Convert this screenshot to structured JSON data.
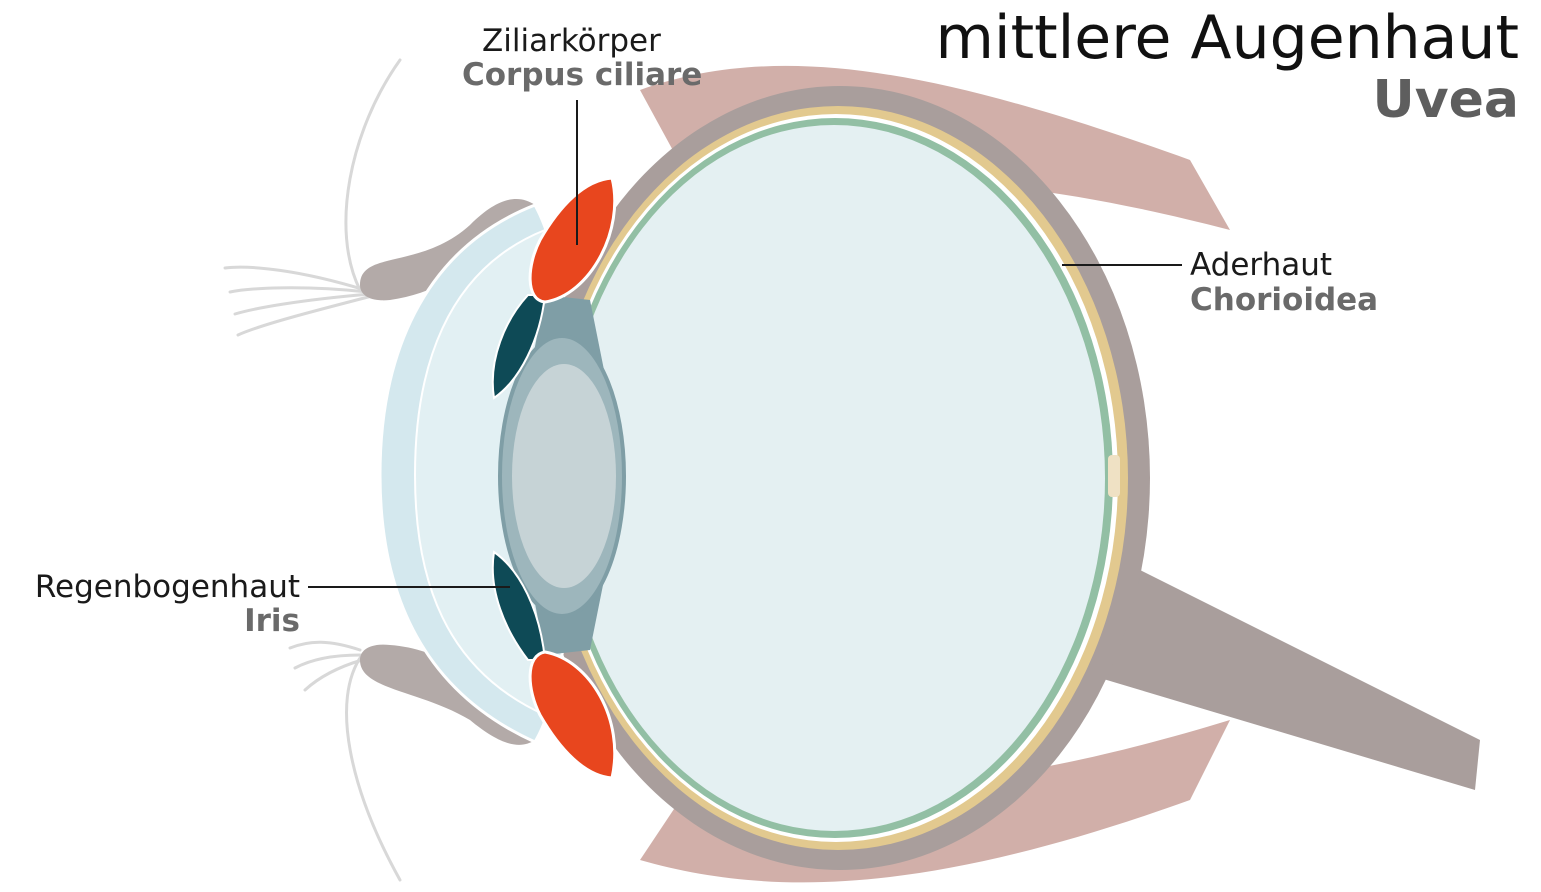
{
  "title": {
    "german": "mittlere Augenhaut",
    "latin": "Uvea"
  },
  "labels": {
    "ciliary_body": {
      "german": "Ziliarkörper",
      "latin": "Corpus ciliare"
    },
    "choroid": {
      "german": "Aderhaut",
      "latin": "Chorioidea"
    },
    "iris": {
      "german": "Regenbogenhaut",
      "latin": "Iris"
    }
  },
  "colors": {
    "sclera": "#a99e9c",
    "muscle": "#c9a19a",
    "choroid_layer": "#e2c98f",
    "retina_layer": "#92bfa4",
    "vitreous": "#e4f0f2",
    "cornea": "#d4e8ee",
    "lens": "#9db6bc",
    "lens_core": "#c6d3d6",
    "iris": "#0e4a56",
    "ciliary_body": "#e8461e",
    "leader_line": "#1a1a1a"
  }
}
